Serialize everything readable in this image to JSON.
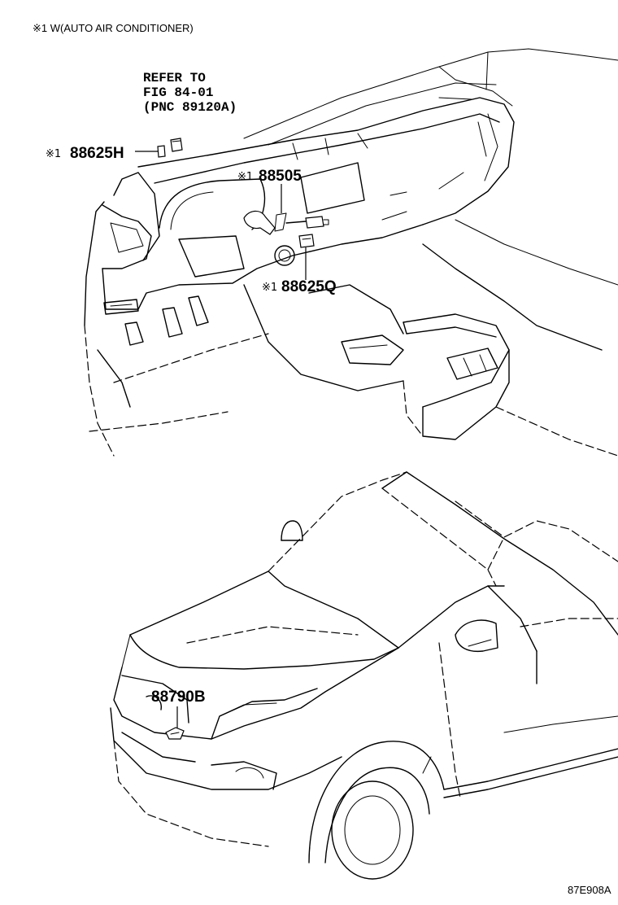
{
  "header_note": "※1 W(AUTO AIR CONDITIONER)",
  "reference": {
    "line1": "REFER TO",
    "line2": "FIG 84-01",
    "line3": "(PNC 89120A)"
  },
  "callouts": [
    {
      "mark": "※1",
      "part_number": "88625H"
    },
    {
      "mark": "※1",
      "part_number": "88505"
    },
    {
      "mark": "※1",
      "part_number": "88625Q"
    },
    {
      "mark": "",
      "part_number": "88790B"
    }
  ],
  "figure_code": "87E908A"
}
